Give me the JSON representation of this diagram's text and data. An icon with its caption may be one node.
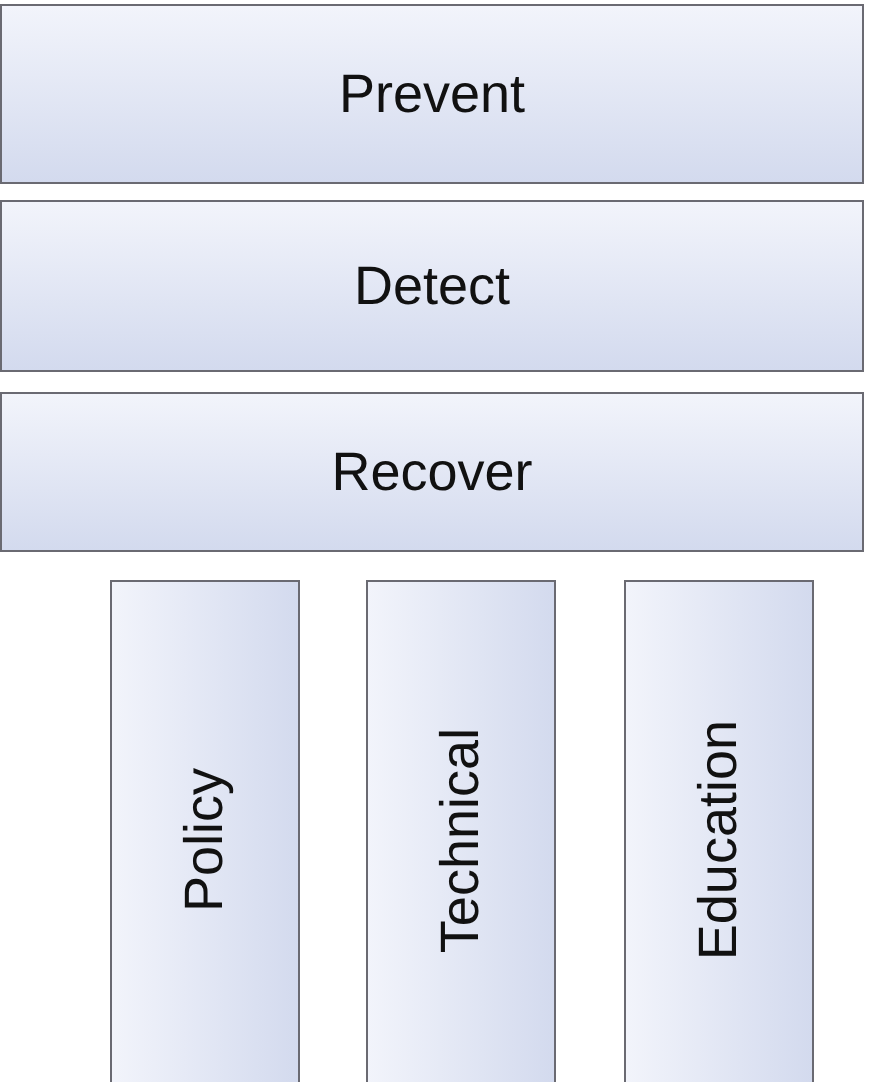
{
  "diagram": {
    "nodes": [
      {
        "text": [
          "Prevent"
        ]
      },
      {
        "text": [
          "Detect"
        ]
      },
      {
        "text": [
          "Recover"
        ]
      },
      {
        "text": [
          "Policy"
        ]
      },
      {
        "text": [
          "Technical"
        ]
      },
      {
        "text": [
          "Education"
        ]
      }
    ]
  }
}
